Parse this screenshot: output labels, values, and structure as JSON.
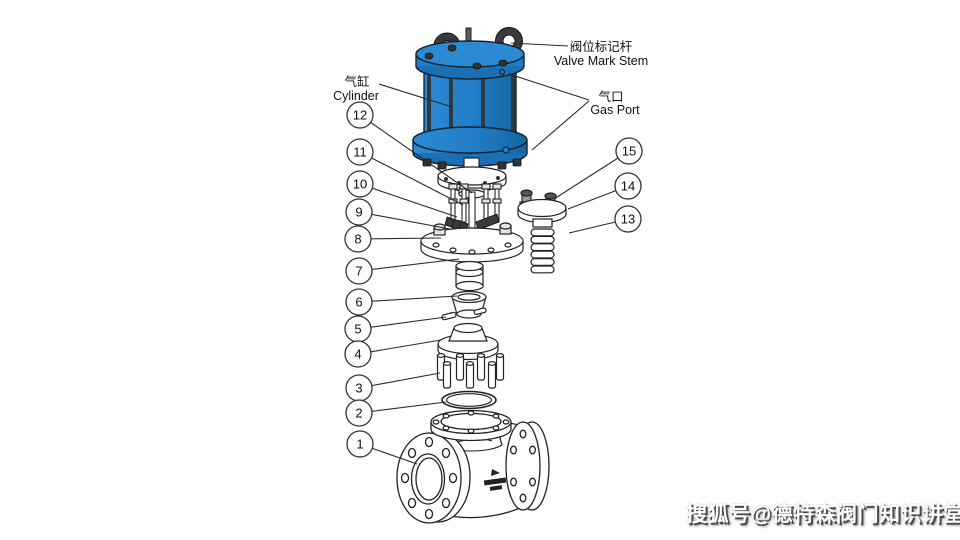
{
  "diagram": {
    "labels": {
      "valve_mark_stem": {
        "zh": "阀位标记杆",
        "en": "Valve Mark Stem"
      },
      "cylinder": {
        "zh": "气缸",
        "en": "Cylinder"
      },
      "gas_port": {
        "zh": "气口",
        "en": "Gas Port"
      }
    },
    "callouts": [
      "1",
      "2",
      "3",
      "4",
      "5",
      "6",
      "7",
      "8",
      "9",
      "10",
      "11",
      "12",
      "13",
      "14",
      "15"
    ],
    "colors": {
      "actuator_blue": "#1f7cc7",
      "actuator_blue_dark": "#15669f",
      "actuator_blue_light": "#2e8bd3",
      "line": "#222222",
      "dark_metal": "#3a3a3a",
      "background": "#ffffff"
    }
  },
  "watermark": {
    "text": "搜狐号@德特森阀门知识讲堂"
  }
}
